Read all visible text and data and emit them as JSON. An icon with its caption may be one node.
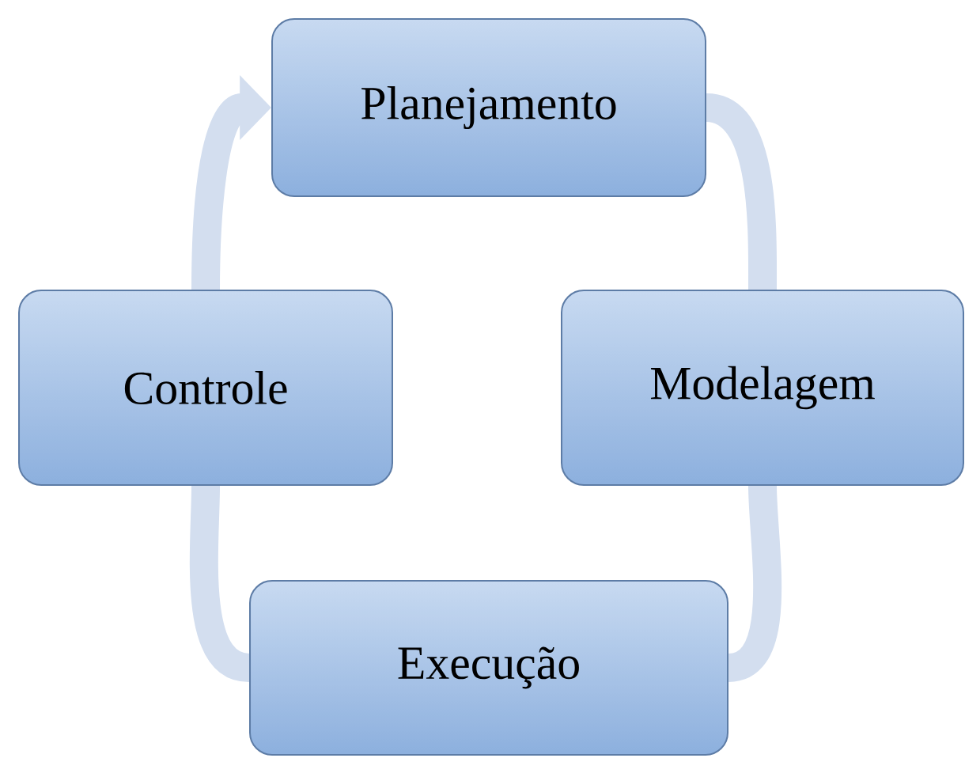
{
  "diagram": {
    "nodes": [
      {
        "text": [
          "Planejamento"
        ]
      },
      {
        "text": [
          "Modelagem"
        ]
      },
      {
        "text": [
          "Execução"
        ]
      },
      {
        "text": [
          "Controle"
        ]
      }
    ],
    "edges": [
      {
        "from": 0,
        "to": 1,
        "arrow": "none"
      },
      {
        "from": 1,
        "to": 2,
        "arrow": "none"
      },
      {
        "from": 2,
        "to": 3,
        "arrow": "none"
      },
      {
        "from": 3,
        "to": 0,
        "arrow": "to"
      }
    ]
  }
}
